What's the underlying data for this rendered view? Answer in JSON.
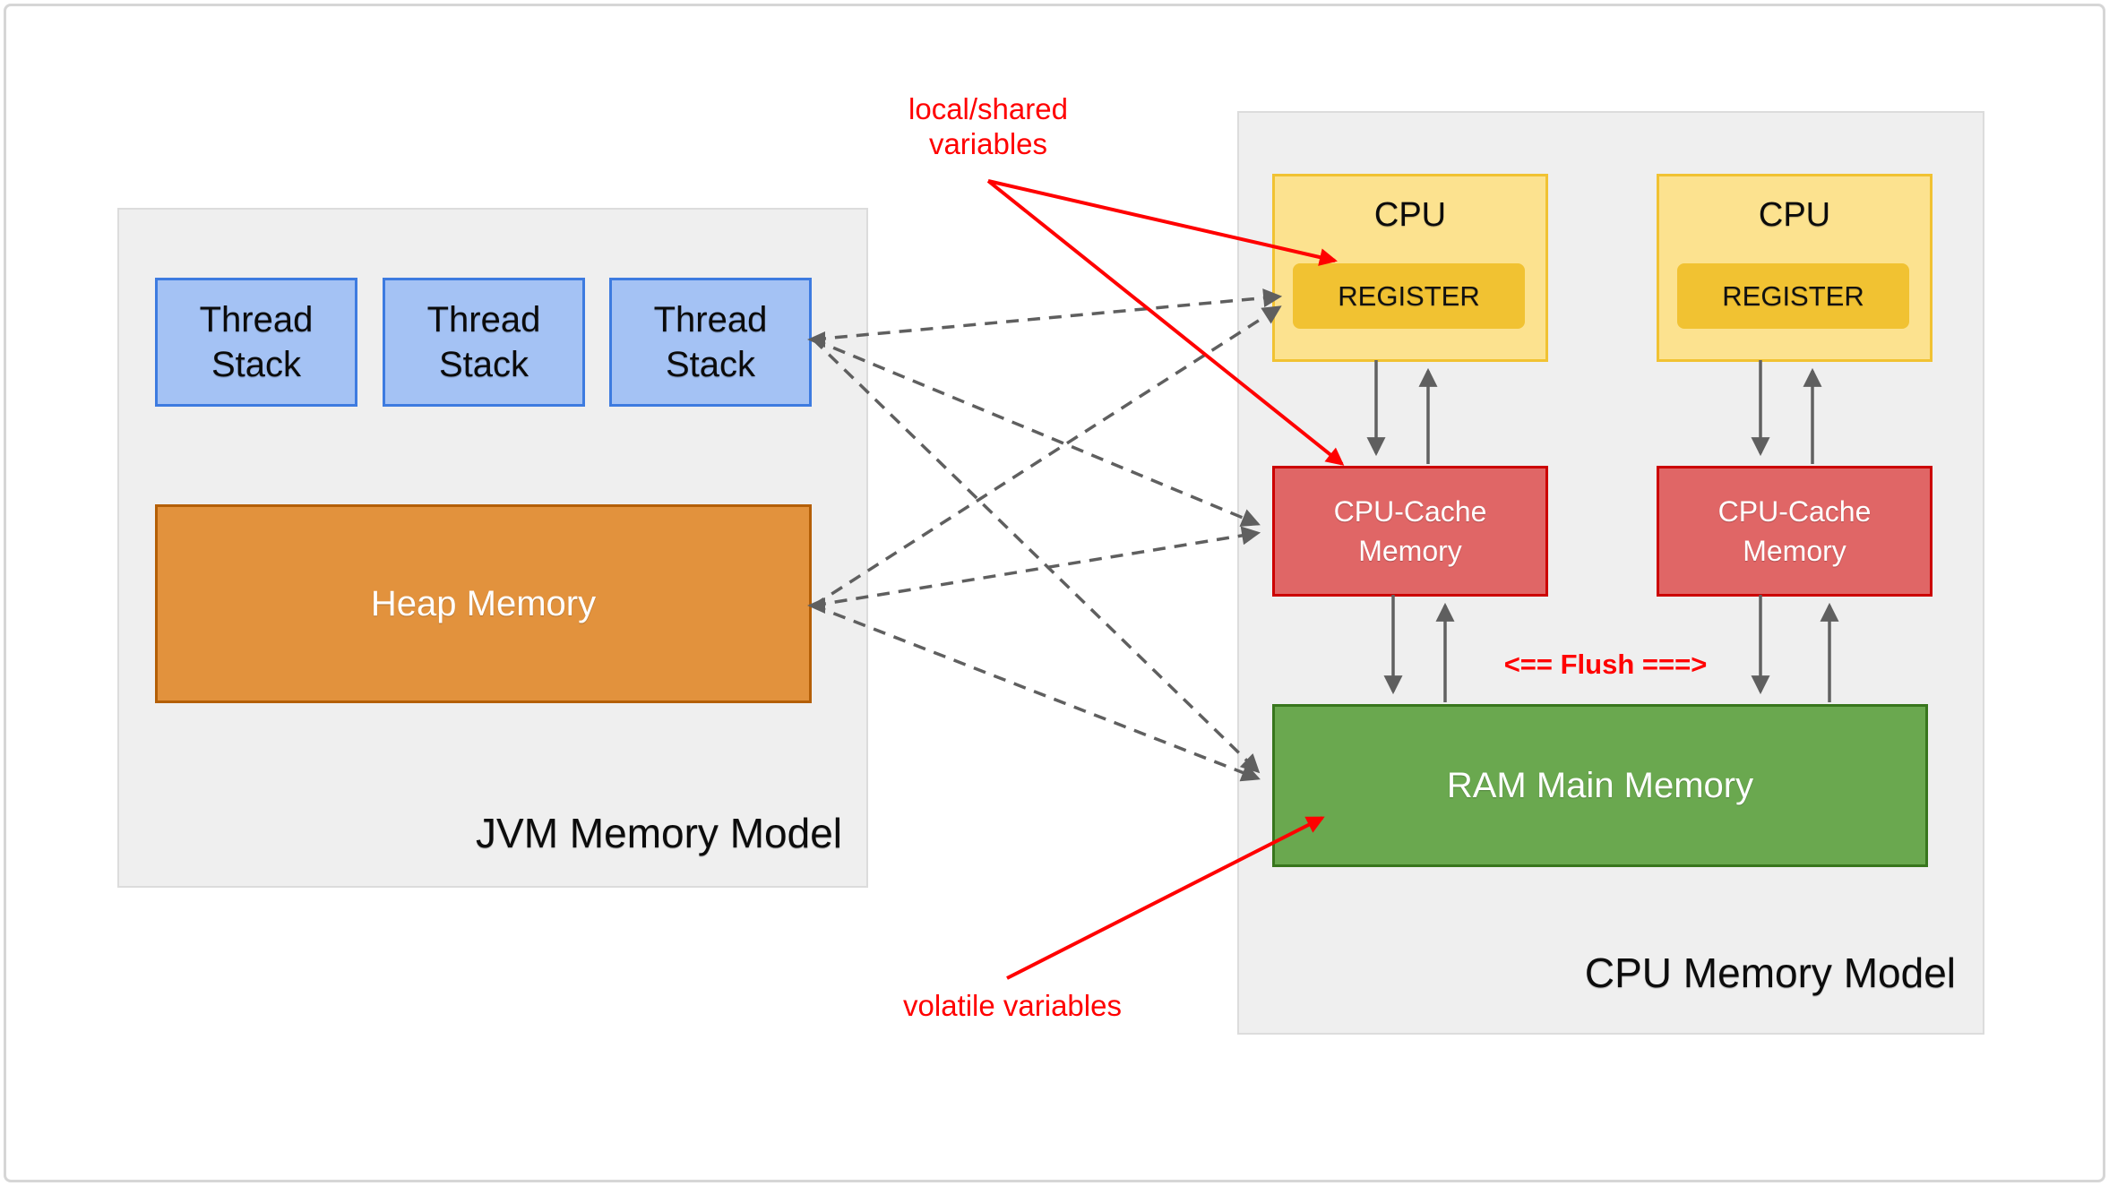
{
  "jvm_panel": {
    "title": "JVM Memory Model",
    "thread_stacks": [
      {
        "label": "Thread\nStack"
      },
      {
        "label": "Thread\nStack"
      },
      {
        "label": "Thread\nStack"
      }
    ],
    "heap": {
      "label": "Heap Memory"
    }
  },
  "cpu_panel": {
    "title": "CPU Memory Model",
    "cpus": [
      {
        "label": "CPU",
        "register_label": "REGISTER"
      },
      {
        "label": "CPU",
        "register_label": "REGISTER"
      }
    ],
    "caches": [
      {
        "label": "CPU-Cache\nMemory"
      },
      {
        "label": "CPU-Cache\nMemory"
      }
    ],
    "ram": {
      "label": "RAM Main Memory"
    },
    "flush_label": "<== Flush ===>"
  },
  "annotations": {
    "local_shared": "local/shared\nvariables",
    "volatile": "volatile variables"
  },
  "colors": {
    "panel_fill": "#efefef",
    "panel_border": "#dcdcdc",
    "thread_fill": "#a4c2f4",
    "thread_border": "#3d7be0",
    "heap_fill": "#e2923d",
    "heap_border": "#b45f06",
    "cpu_fill": "#fce28f",
    "cpu_border": "#f1c232",
    "register_fill": "#f1c232",
    "cache_fill": "#e06666",
    "cache_border": "#cc0000",
    "ram_fill": "#6aa84f",
    "ram_border": "#38761d",
    "connector_gray": "#5f5f5f",
    "annotation_red": "#ff0000"
  }
}
